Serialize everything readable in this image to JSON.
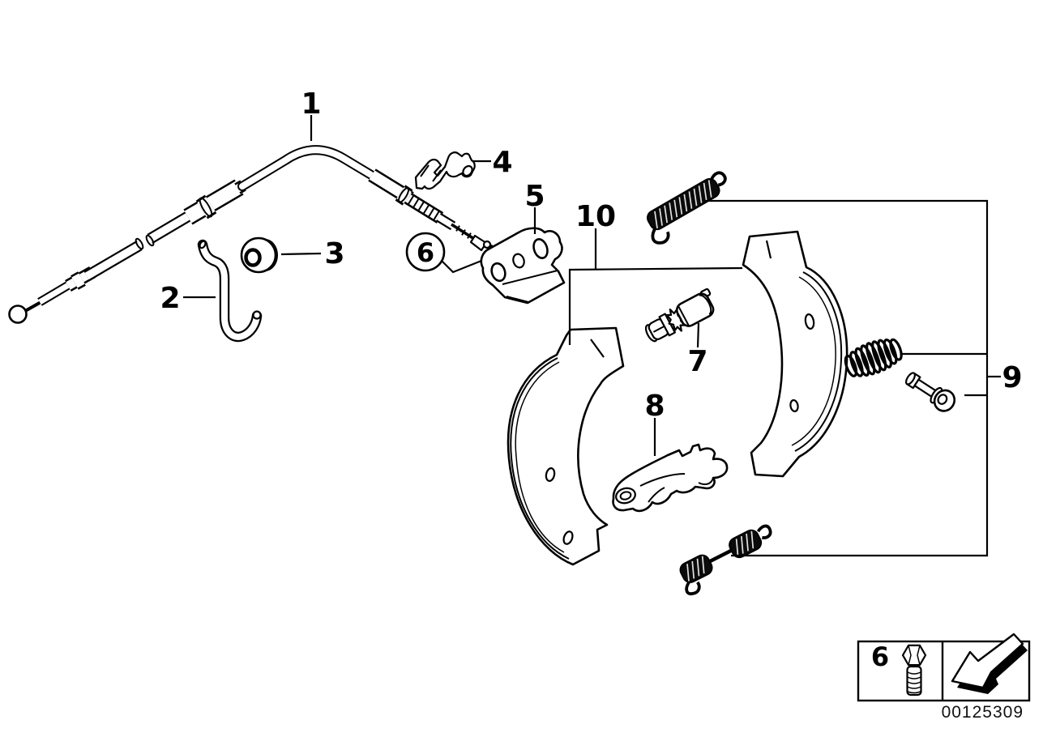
{
  "figure": {
    "background": "#ffffff",
    "ink": "#000000",
    "image_number": "00125309"
  },
  "callouts": {
    "c1": {
      "label": "1"
    },
    "c2": {
      "label": "2"
    },
    "c3": {
      "label": "3"
    },
    "c4": {
      "label": "4"
    },
    "c5": {
      "label": "5"
    },
    "c6": {
      "label": "6"
    },
    "c7": {
      "label": "7"
    },
    "c8": {
      "label": "8"
    },
    "c9": {
      "label": "9"
    },
    "c10": {
      "label": "10"
    }
  },
  "legend": {
    "item_label": "6",
    "item_icon": "hex-bolt-icon",
    "stamp_icon": "corner-arrow-icon"
  }
}
